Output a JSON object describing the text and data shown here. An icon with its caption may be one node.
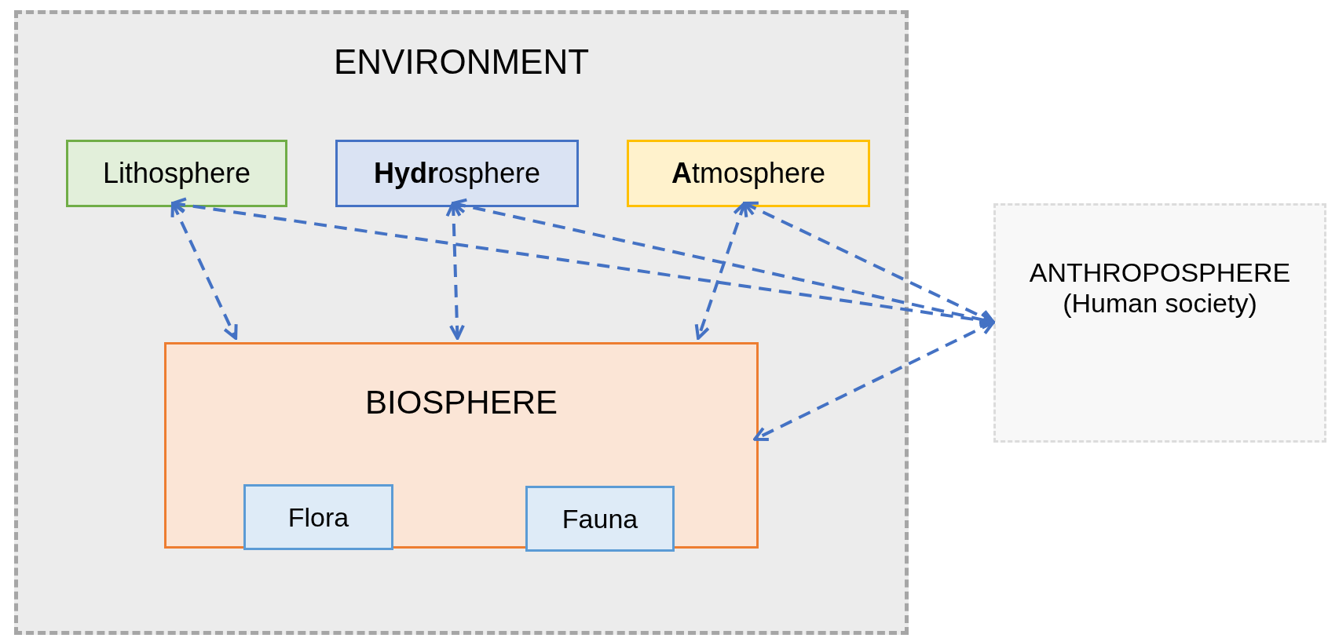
{
  "diagram": {
    "nodes": [
      {
        "text": [
          "ENVIRONMENT"
        ]
      },
      {
        "text": [
          "Lithosphere"
        ],
        "in": 0
      },
      {
        "text": [
          "**Hydr**osphere"
        ],
        "in": 0
      },
      {
        "text": [
          "**A**tmosphere"
        ],
        "in": 0
      },
      {
        "text": [
          "BIOSPHERE"
        ],
        "in": 0
      },
      {
        "text": [
          "Flora"
        ],
        "in": 4
      },
      {
        "text": [
          "Fauna"
        ],
        "in": 4
      },
      {
        "text": [
          "ANTHROPOSPHERE",
          "(Human society)"
        ]
      }
    ],
    "edges": [
      {
        "from": 1,
        "to": 4,
        "arrow": "both",
        "style": "dashed"
      },
      {
        "from": 2,
        "to": 4,
        "arrow": "both",
        "style": "dashed"
      },
      {
        "from": 3,
        "to": 4,
        "arrow": "both",
        "style": "dashed"
      },
      {
        "from": 1,
        "to": 7,
        "arrow": "both",
        "style": "dashed"
      },
      {
        "from": 2,
        "to": 7,
        "arrow": "both",
        "style": "dashed"
      },
      {
        "from": 3,
        "to": 7,
        "arrow": "both",
        "style": "dashed"
      },
      {
        "from": 7,
        "to": 4,
        "arrow": "both",
        "style": "dashed"
      }
    ]
  }
}
